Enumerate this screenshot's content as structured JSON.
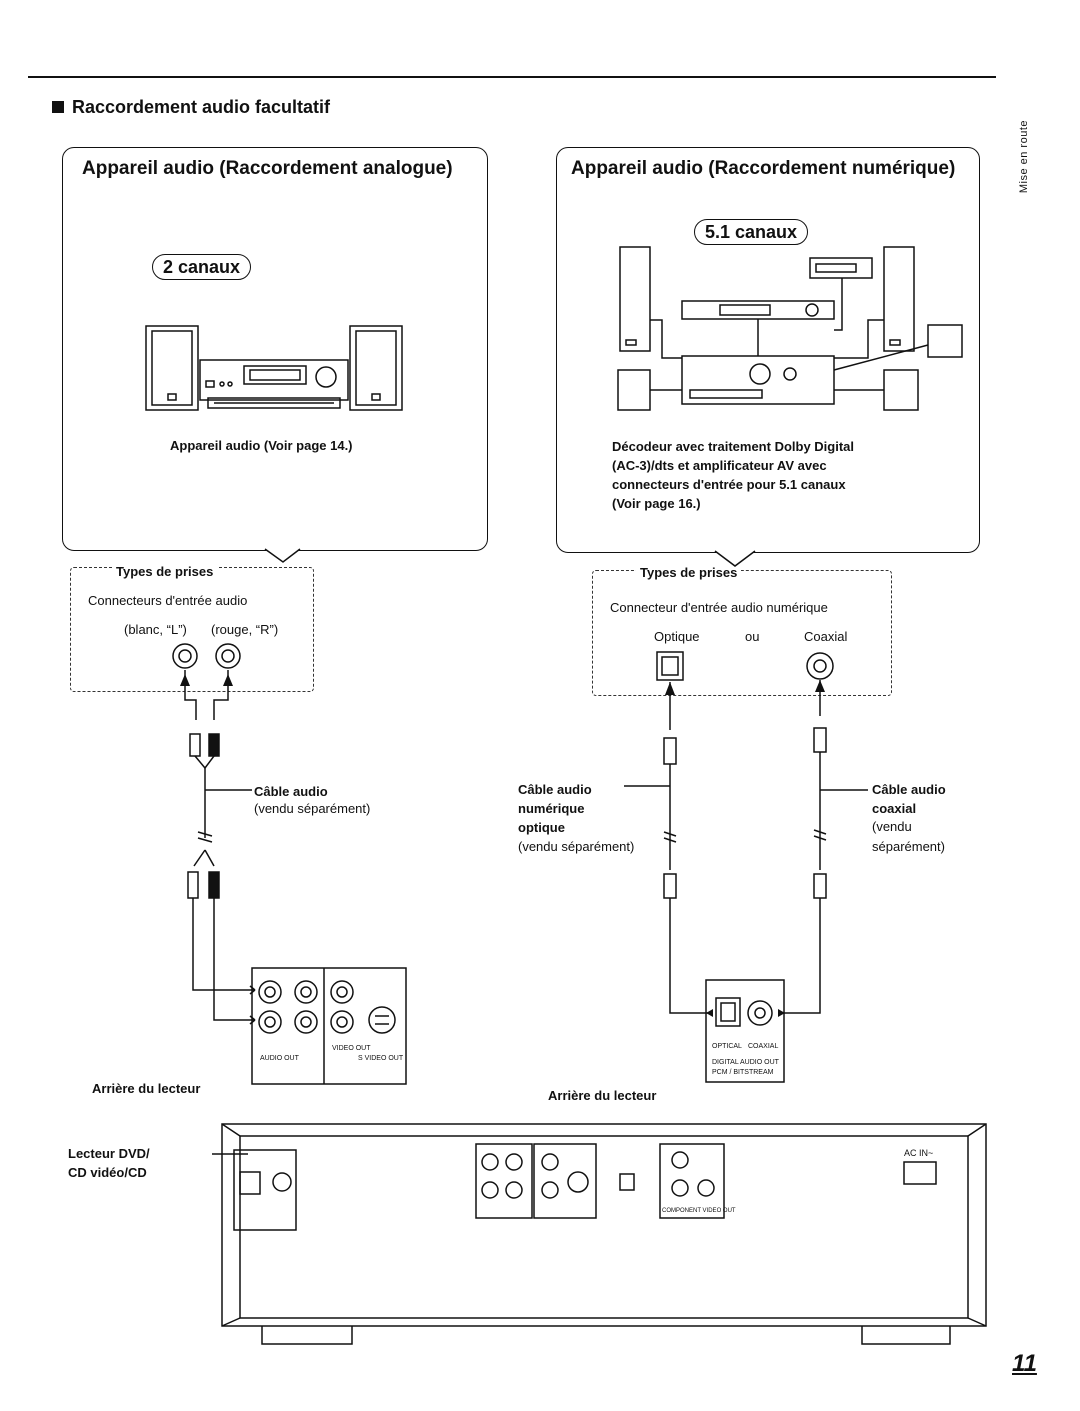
{
  "section_title": "Raccordement audio facultatif",
  "side_label": "Mise en route",
  "page_number": "11",
  "analog": {
    "title": "Appareil audio (Raccordement analogue)",
    "badge": "2 canaux",
    "caption": "Appareil audio (Voir page 14.)",
    "plug_types_label": "Types de prises",
    "connector_label": "Connecteurs d'entrée audio",
    "white_label": "(blanc, “L”)",
    "red_label": "(rouge, “R”)",
    "cable_label": "Câble audio",
    "cable_note": "(vendu séparément)",
    "rear_label": "Arrière du lecteur",
    "audio_out": "AUDIO OUT",
    "video_out": "VIDEO OUT",
    "svideo_out": "S VIDEO OUT"
  },
  "digital": {
    "title": "Appareil audio (Raccordement numérique)",
    "badge": "5.1 canaux",
    "caption_line1": "Décodeur avec traitement Dolby Digital",
    "caption_line2": "(AC-3)/dts et amplificateur AV avec",
    "caption_line3": "connecteurs d'entrée pour 5.1 canaux",
    "caption_line4": "(Voir page 16.)",
    "plug_types_label": "Types de prises",
    "connector_label": "Connecteur d'entrée audio numérique",
    "optical_label": "Optique",
    "or_label": "ou",
    "coaxial_label": "Coaxial",
    "optical_cable_l1": "Câble audio",
    "optical_cable_l2": "numérique",
    "optical_cable_l3": "optique",
    "optical_cable_note": "(vendu séparément)",
    "coax_cable_l1": "Câble audio",
    "coax_cable_l2": "coaxial",
    "coax_cable_note1": "(vendu",
    "coax_cable_note2": "séparément)",
    "rear_label": "Arrière du lecteur",
    "optical_jack": "OPTICAL",
    "coaxial_jack": "COAXIAL",
    "digital_audio_out": "DIGITAL AUDIO OUT",
    "pcm_bitstream": "PCM / BITSTREAM"
  },
  "player": {
    "label_line1": "Lecteur DVD/",
    "label_line2": "CD vidéo/CD",
    "ac_in": "AC IN~",
    "component_out": "COMPONENT VIDEO OUT"
  }
}
